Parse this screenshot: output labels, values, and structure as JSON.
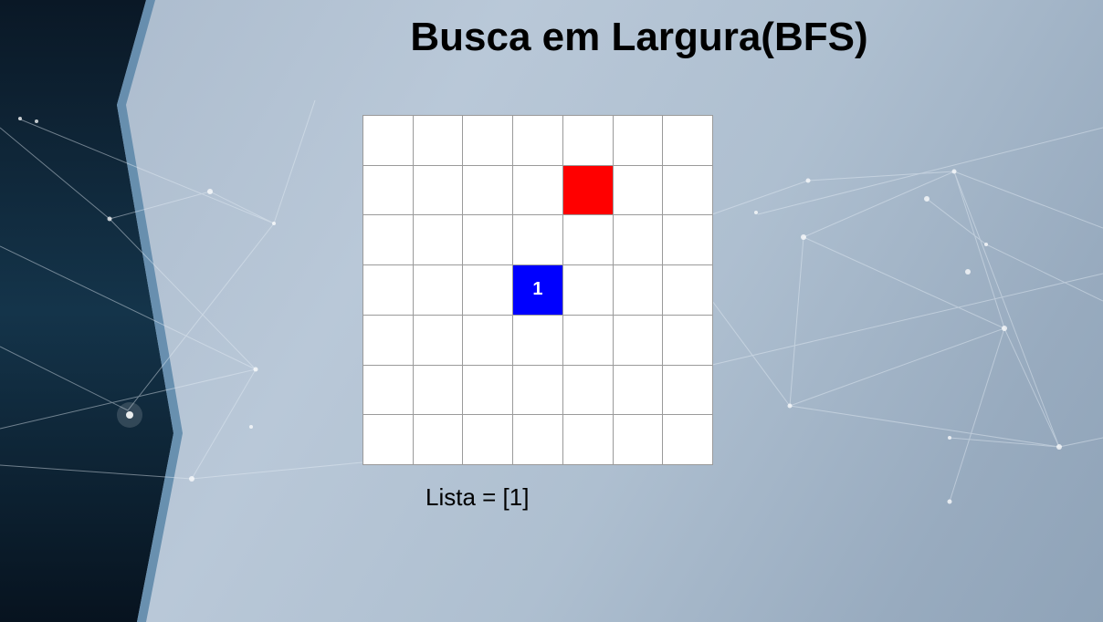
{
  "slide": {
    "title": "Busca em Largura(BFS)",
    "list_text": "Lista = [1]"
  },
  "grid": {
    "rows": 7,
    "cols": 7,
    "cells": [
      {
        "row": 1,
        "col": 4,
        "role": "goal",
        "color": "#ff0000",
        "label": ""
      },
      {
        "row": 3,
        "col": 3,
        "role": "start",
        "color": "#0000ff",
        "label": "1"
      }
    ]
  },
  "colors": {
    "goal": "#ff0000",
    "start": "#0000ff",
    "grid_line": "#9a9a9a",
    "cell": "#ffffff"
  }
}
